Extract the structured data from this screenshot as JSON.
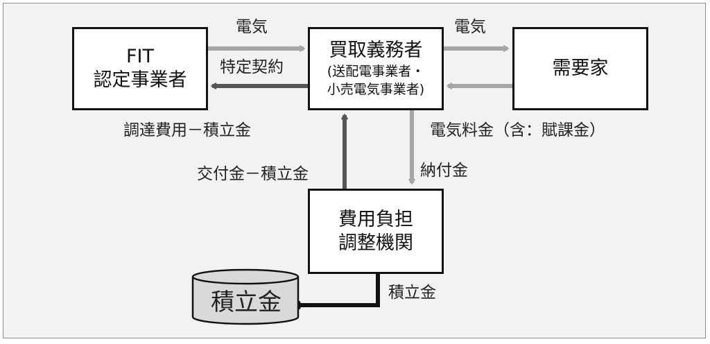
{
  "nodes": {
    "fit": {
      "line1": "FIT",
      "line2": "認定事業者"
    },
    "buyer": {
      "line1": "買取義務者",
      "line2": "(送配電事業者・",
      "line3": "小売電気事業者)"
    },
    "consumer": {
      "label": "需要家"
    },
    "organization": {
      "line1": "費用負担",
      "line2": "調整機関"
    },
    "fund": {
      "label": "積立金"
    }
  },
  "edges": {
    "fit_to_buyer": "電気",
    "buyer_to_fit": "特定契約",
    "buyer_to_fit_cost": "調達費用－積立金",
    "buyer_to_consumer": "電気",
    "consumer_to_buyer": "電気料金（含：賦課金）",
    "buyer_to_org": "納付金",
    "org_to_buyer": "交付金－積立金",
    "org_to_fund": "積立金"
  },
  "colors": {
    "dark_arrow": "#555555",
    "light_arrow": "#a6a6a6",
    "black_arrow": "#111111",
    "fund_fill": "#d9d9d9"
  }
}
